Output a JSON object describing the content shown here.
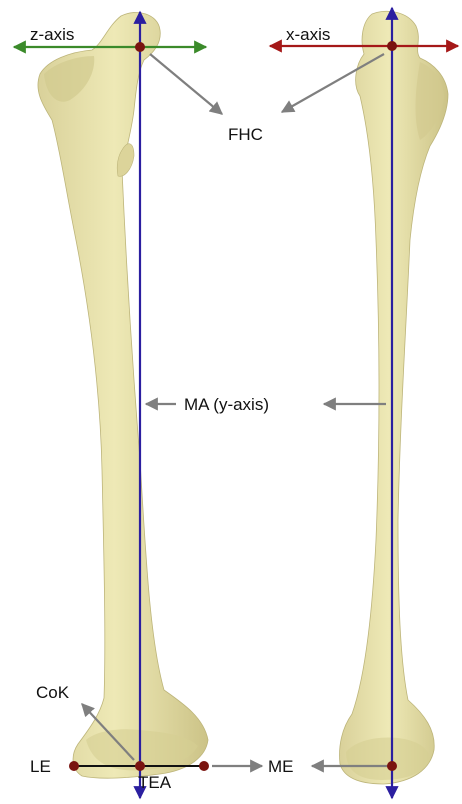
{
  "labels": {
    "z_axis": "z-axis",
    "x_axis": "x-axis",
    "fhc": "FHC",
    "ma": "MA (y-axis)",
    "cok": "CoK",
    "le": "LE",
    "tea": "TEA",
    "me": "ME"
  },
  "colors": {
    "bone": "#E8E2A8",
    "bone_shadow": "#CFC78A",
    "axis_y": "#2B1FA0",
    "axis_z": "#3B8A2A",
    "axis_x": "#A51818",
    "landmark": "#7A1410",
    "pointer": "#7F7F7F",
    "tea_line": "#111111"
  }
}
